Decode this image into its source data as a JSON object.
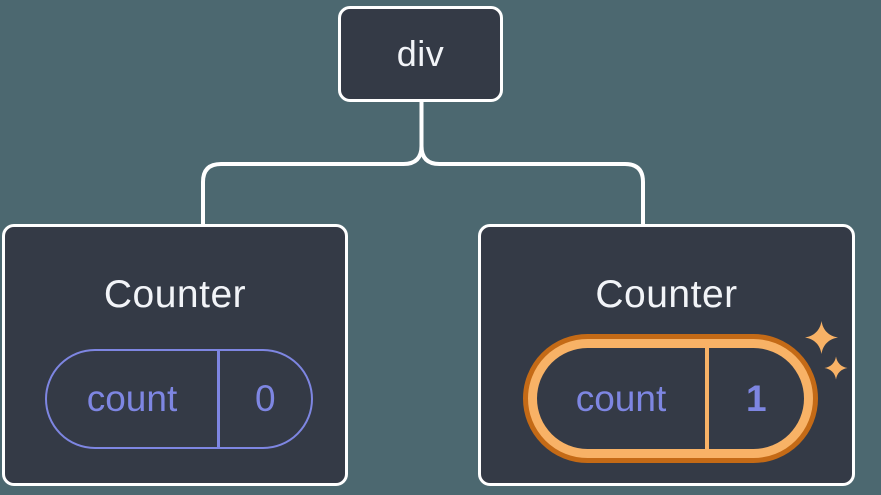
{
  "colors": {
    "canvas-bg": "#4C6870",
    "node-bg": "#343A46",
    "node-border": "#FFFFFF",
    "title-color": "#F2F4F8",
    "state-accent": "#7E86E2",
    "highlight-outer": "#C46A16",
    "highlight-inner": "#F8B266"
  },
  "tree": {
    "root": {
      "label": "div"
    },
    "children": [
      {
        "title": "Counter",
        "state_key": "count",
        "state_value": "0",
        "highlighted": false
      },
      {
        "title": "Counter",
        "state_key": "count",
        "state_value": "1",
        "highlighted": true
      }
    ]
  }
}
